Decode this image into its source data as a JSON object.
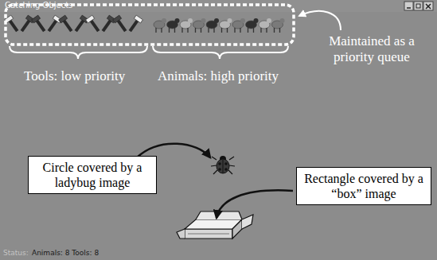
{
  "diagram": {
    "nodes": [
      {
        "text": [
          "Circle covered by a ladybug image"
        ]
      },
      {
        "text": [
          "Rectangle covered by a “box” image"
        ]
      }
    ],
    "labels": [
      "Catching Objects",
      "Maintained as a priority queue",
      "Tools: low priority",
      "Animals: high priority",
      "Status:",
      "Animals: 8 Tools: 8"
    ]
  }
}
